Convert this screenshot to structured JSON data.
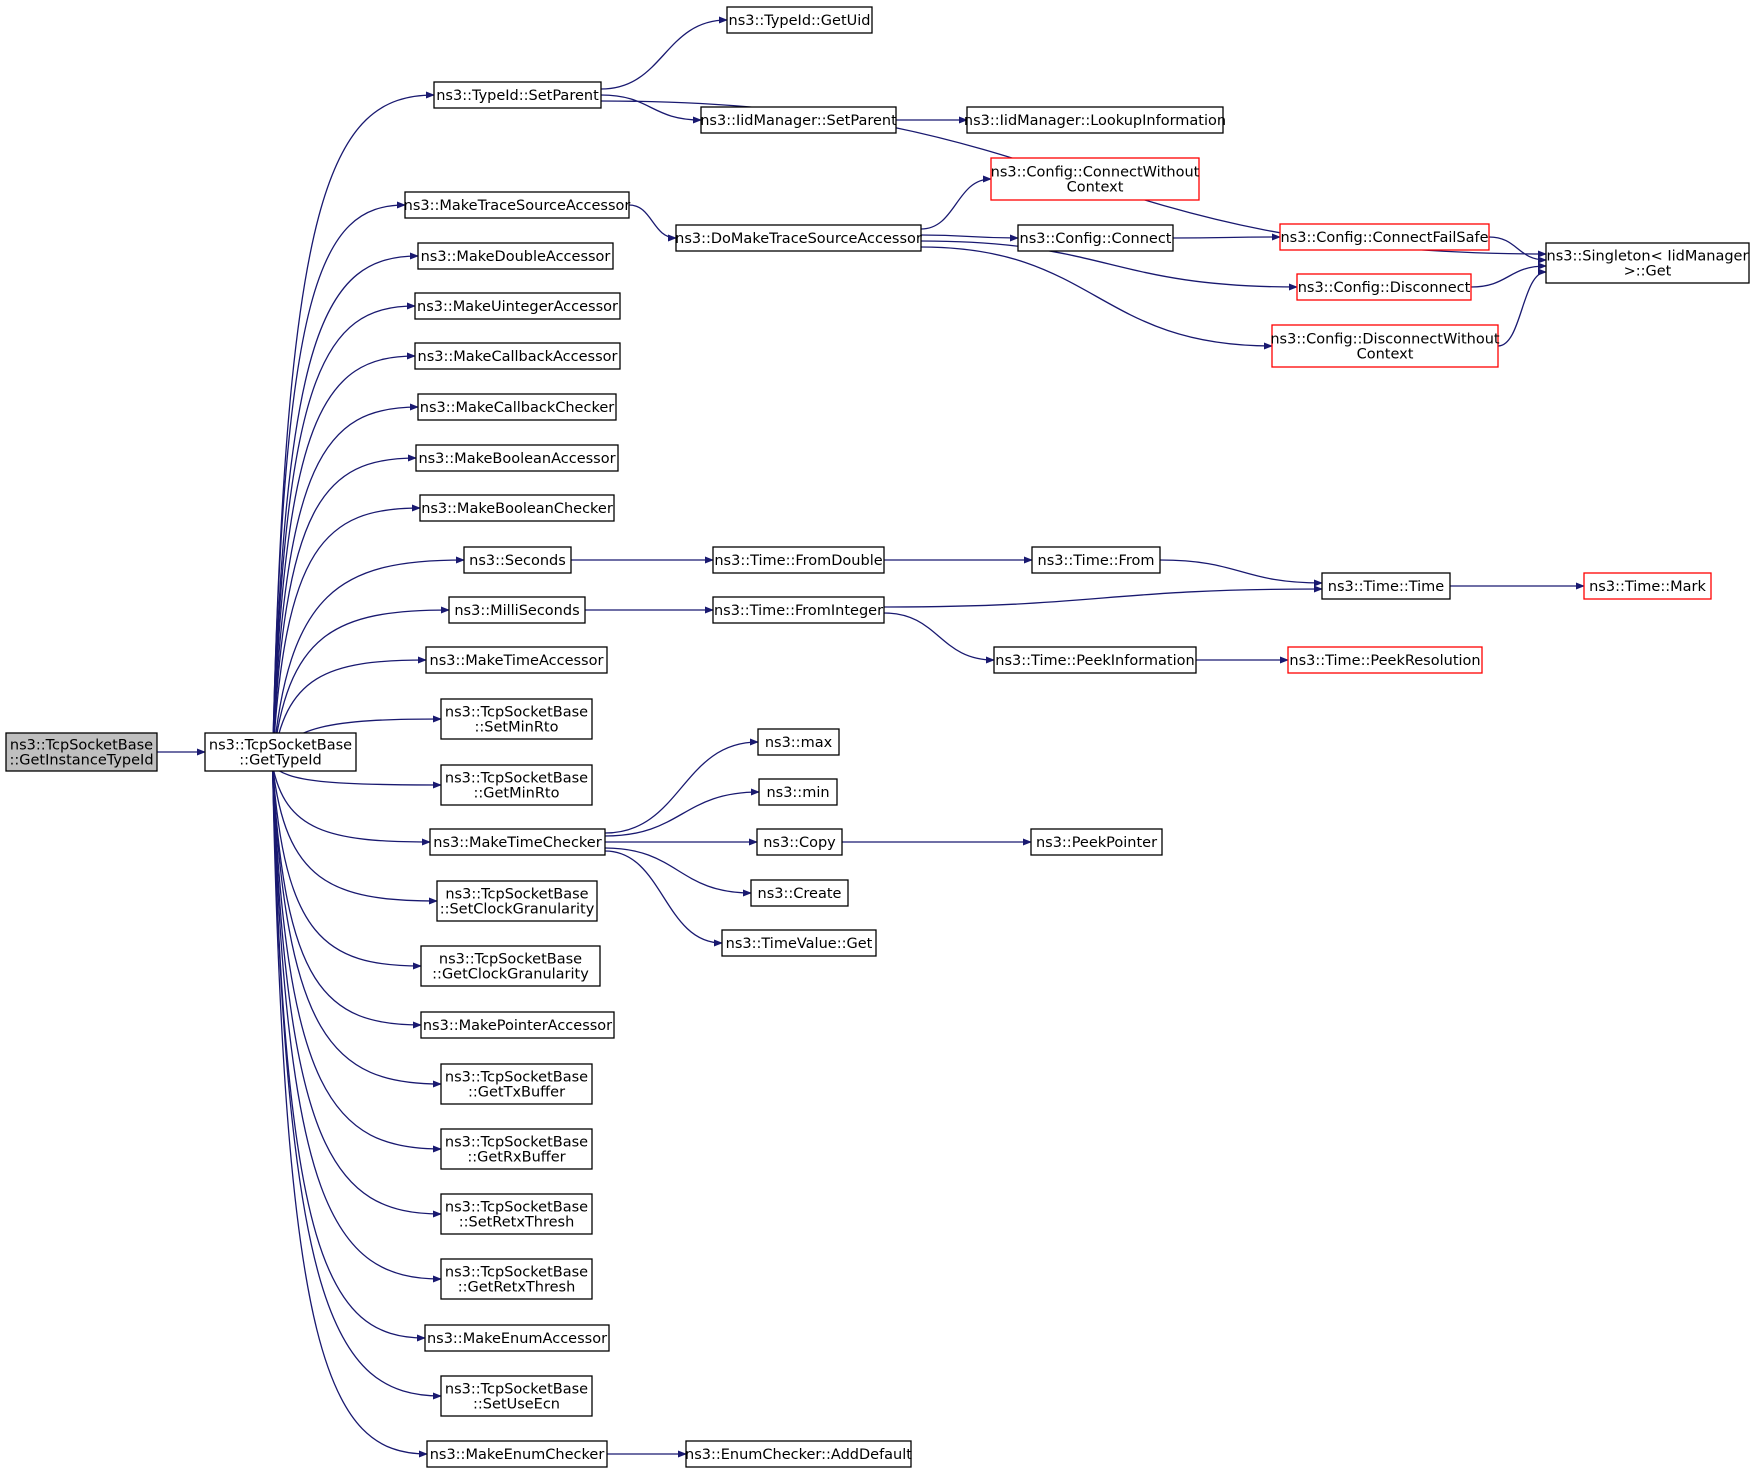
{
  "colors": {
    "edge": "#191970",
    "border_normal": "#000000",
    "border_truncated": "#ff0000",
    "root_fill": "#bfbfbf",
    "node_fill": "#ffffff",
    "text": "#000000"
  },
  "nodes": [
    {
      "id": "root",
      "lines": [
        "ns3::TcpSocketBase",
        "::GetInstanceTypeId"
      ],
      "kind": "root"
    },
    {
      "id": "gettypeid",
      "lines": [
        "ns3::TcpSocketBase",
        "::GetTypeId"
      ],
      "kind": "normal"
    },
    {
      "id": "setparent",
      "lines": [
        "ns3::TypeId::SetParent"
      ],
      "kind": "normal"
    },
    {
      "id": "getuid",
      "lines": [
        "ns3::TypeId::GetUid"
      ],
      "kind": "normal"
    },
    {
      "id": "iidsetparent",
      "lines": [
        "ns3::IidManager::SetParent"
      ],
      "kind": "normal"
    },
    {
      "id": "lookupinfo",
      "lines": [
        "ns3::IidManager::LookupInformation"
      ],
      "kind": "normal"
    },
    {
      "id": "singletonget",
      "lines": [
        "ns3::Singleton< IidManager",
        ">::Get"
      ],
      "kind": "normal"
    },
    {
      "id": "maketracesource",
      "lines": [
        "ns3::MakeTraceSourceAccessor"
      ],
      "kind": "normal"
    },
    {
      "id": "domaketrace",
      "lines": [
        "ns3::DoMakeTraceSourceAccessor"
      ],
      "kind": "normal"
    },
    {
      "id": "connectwoctx",
      "lines": [
        "ns3::Config::ConnectWithout",
        "Context"
      ],
      "kind": "truncated"
    },
    {
      "id": "connect",
      "lines": [
        "ns3::Config::Connect"
      ],
      "kind": "normal"
    },
    {
      "id": "connectfailsafe",
      "lines": [
        "ns3::Config::ConnectFailSafe"
      ],
      "kind": "truncated"
    },
    {
      "id": "disconnect",
      "lines": [
        "ns3::Config::Disconnect"
      ],
      "kind": "truncated"
    },
    {
      "id": "disconnectwoctx",
      "lines": [
        "ns3::Config::DisconnectWithout",
        "Context"
      ],
      "kind": "truncated"
    },
    {
      "id": "makedoubleacc",
      "lines": [
        "ns3::MakeDoubleAccessor"
      ],
      "kind": "normal"
    },
    {
      "id": "makeuintacc",
      "lines": [
        "ns3::MakeUintegerAccessor"
      ],
      "kind": "normal"
    },
    {
      "id": "makecbacc",
      "lines": [
        "ns3::MakeCallbackAccessor"
      ],
      "kind": "normal"
    },
    {
      "id": "makecbchk",
      "lines": [
        "ns3::MakeCallbackChecker"
      ],
      "kind": "normal"
    },
    {
      "id": "makeboolacc",
      "lines": [
        "ns3::MakeBooleanAccessor"
      ],
      "kind": "normal"
    },
    {
      "id": "makeboolchk",
      "lines": [
        "ns3::MakeBooleanChecker"
      ],
      "kind": "normal"
    },
    {
      "id": "seconds",
      "lines": [
        "ns3::Seconds"
      ],
      "kind": "normal"
    },
    {
      "id": "fromdouble",
      "lines": [
        "ns3::Time::FromDouble"
      ],
      "kind": "normal"
    },
    {
      "id": "timefrom",
      "lines": [
        "ns3::Time::From"
      ],
      "kind": "normal"
    },
    {
      "id": "timetime",
      "lines": [
        "ns3::Time::Time"
      ],
      "kind": "normal"
    },
    {
      "id": "timemark",
      "lines": [
        "ns3::Time::Mark"
      ],
      "kind": "truncated"
    },
    {
      "id": "milliseconds",
      "lines": [
        "ns3::MilliSeconds"
      ],
      "kind": "normal"
    },
    {
      "id": "frominteger",
      "lines": [
        "ns3::Time::FromInteger"
      ],
      "kind": "normal"
    },
    {
      "id": "peekinfo",
      "lines": [
        "ns3::Time::PeekInformation"
      ],
      "kind": "normal"
    },
    {
      "id": "peekres",
      "lines": [
        "ns3::Time::PeekResolution"
      ],
      "kind": "truncated"
    },
    {
      "id": "maketimeacc",
      "lines": [
        "ns3::MakeTimeAccessor"
      ],
      "kind": "normal"
    },
    {
      "id": "setminrto",
      "lines": [
        "ns3::TcpSocketBase",
        "::SetMinRto"
      ],
      "kind": "normal"
    },
    {
      "id": "getminrto",
      "lines": [
        "ns3::TcpSocketBase",
        "::GetMinRto"
      ],
      "kind": "normal"
    },
    {
      "id": "maketimechk",
      "lines": [
        "ns3::MakeTimeChecker"
      ],
      "kind": "normal"
    },
    {
      "id": "max",
      "lines": [
        "ns3::max"
      ],
      "kind": "normal"
    },
    {
      "id": "min",
      "lines": [
        "ns3::min"
      ],
      "kind": "normal"
    },
    {
      "id": "copy",
      "lines": [
        "ns3::Copy"
      ],
      "kind": "normal"
    },
    {
      "id": "peekpointer",
      "lines": [
        "ns3::PeekPointer"
      ],
      "kind": "normal"
    },
    {
      "id": "create",
      "lines": [
        "ns3::Create"
      ],
      "kind": "normal"
    },
    {
      "id": "timevalueget",
      "lines": [
        "ns3::TimeValue::Get"
      ],
      "kind": "normal"
    },
    {
      "id": "setclockgran",
      "lines": [
        "ns3::TcpSocketBase",
        "::SetClockGranularity"
      ],
      "kind": "normal"
    },
    {
      "id": "getclockgran",
      "lines": [
        "ns3::TcpSocketBase",
        "::GetClockGranularity"
      ],
      "kind": "normal"
    },
    {
      "id": "makeptracc",
      "lines": [
        "ns3::MakePointerAccessor"
      ],
      "kind": "normal"
    },
    {
      "id": "gettxbuffer",
      "lines": [
        "ns3::TcpSocketBase",
        "::GetTxBuffer"
      ],
      "kind": "normal"
    },
    {
      "id": "getrxbuffer",
      "lines": [
        "ns3::TcpSocketBase",
        "::GetRxBuffer"
      ],
      "kind": "normal"
    },
    {
      "id": "setretx",
      "lines": [
        "ns3::TcpSocketBase",
        "::SetRetxThresh"
      ],
      "kind": "normal"
    },
    {
      "id": "getretx",
      "lines": [
        "ns3::TcpSocketBase",
        "::GetRetxThresh"
      ],
      "kind": "normal"
    },
    {
      "id": "makeenumacc",
      "lines": [
        "ns3::MakeEnumAccessor"
      ],
      "kind": "normal"
    },
    {
      "id": "setuseecn",
      "lines": [
        "ns3::TcpSocketBase",
        "::SetUseEcn"
      ],
      "kind": "normal"
    },
    {
      "id": "makeenumchk",
      "lines": [
        "ns3::MakeEnumChecker"
      ],
      "kind": "normal"
    },
    {
      "id": "adddefault",
      "lines": [
        "ns3::EnumChecker::AddDefault"
      ],
      "kind": "normal"
    }
  ],
  "edges": [
    [
      "root",
      "gettypeid"
    ],
    [
      "gettypeid",
      "setparent"
    ],
    [
      "gettypeid",
      "maketracesource"
    ],
    [
      "gettypeid",
      "makedoubleacc"
    ],
    [
      "gettypeid",
      "makeuintacc"
    ],
    [
      "gettypeid",
      "makecbacc"
    ],
    [
      "gettypeid",
      "makecbchk"
    ],
    [
      "gettypeid",
      "makeboolacc"
    ],
    [
      "gettypeid",
      "makeboolchk"
    ],
    [
      "gettypeid",
      "seconds"
    ],
    [
      "gettypeid",
      "milliseconds"
    ],
    [
      "gettypeid",
      "maketimeacc"
    ],
    [
      "gettypeid",
      "setminrto"
    ],
    [
      "gettypeid",
      "getminrto"
    ],
    [
      "gettypeid",
      "maketimechk"
    ],
    [
      "gettypeid",
      "setclockgran"
    ],
    [
      "gettypeid",
      "getclockgran"
    ],
    [
      "gettypeid",
      "makeptracc"
    ],
    [
      "gettypeid",
      "gettxbuffer"
    ],
    [
      "gettypeid",
      "getrxbuffer"
    ],
    [
      "gettypeid",
      "setretx"
    ],
    [
      "gettypeid",
      "getretx"
    ],
    [
      "gettypeid",
      "makeenumacc"
    ],
    [
      "gettypeid",
      "setuseecn"
    ],
    [
      "gettypeid",
      "makeenumchk"
    ],
    [
      "setparent",
      "getuid"
    ],
    [
      "setparent",
      "iidsetparent"
    ],
    [
      "setparent",
      "singletonget"
    ],
    [
      "iidsetparent",
      "lookupinfo"
    ],
    [
      "maketracesource",
      "domaketrace"
    ],
    [
      "domaketrace",
      "connectwoctx"
    ],
    [
      "domaketrace",
      "connect"
    ],
    [
      "domaketrace",
      "disconnect"
    ],
    [
      "domaketrace",
      "disconnectwoctx"
    ],
    [
      "connect",
      "connectfailsafe"
    ],
    [
      "connectfailsafe",
      "singletonget"
    ],
    [
      "disconnect",
      "singletonget"
    ],
    [
      "disconnectwoctx",
      "singletonget"
    ],
    [
      "seconds",
      "fromdouble"
    ],
    [
      "fromdouble",
      "timefrom"
    ],
    [
      "timefrom",
      "timetime"
    ],
    [
      "timetime",
      "timemark"
    ],
    [
      "milliseconds",
      "frominteger"
    ],
    [
      "frominteger",
      "timetime"
    ],
    [
      "frominteger",
      "peekinfo"
    ],
    [
      "peekinfo",
      "peekres"
    ],
    [
      "maketimechk",
      "max"
    ],
    [
      "maketimechk",
      "min"
    ],
    [
      "maketimechk",
      "copy"
    ],
    [
      "maketimechk",
      "create"
    ],
    [
      "maketimechk",
      "timevalueget"
    ],
    [
      "copy",
      "peekpointer"
    ],
    [
      "makeenumchk",
      "adddefault"
    ]
  ]
}
